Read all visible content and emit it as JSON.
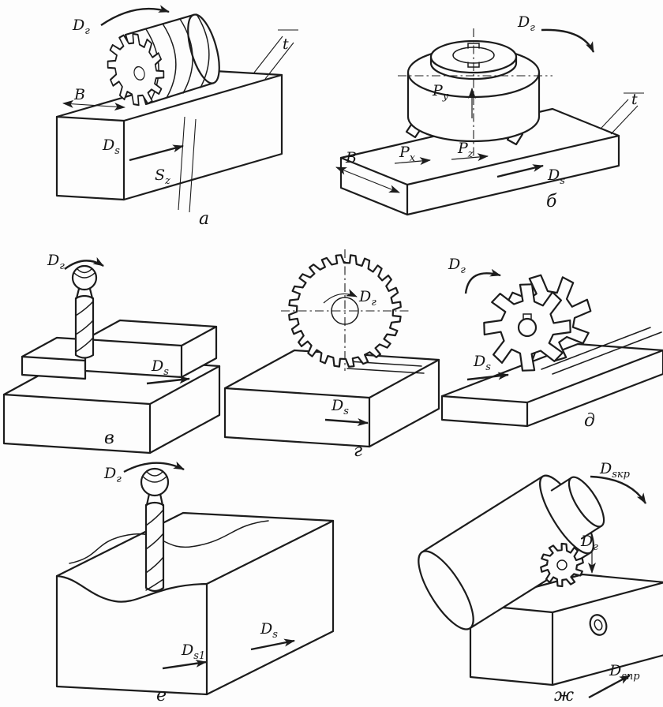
{
  "figure": {
    "background": "#fdfdfd",
    "ink": "#1c1c1c",
    "panels": {
      "a": {
        "caption": "а",
        "labels": {
          "Dg": {
            "base": "D",
            "sub": "г"
          },
          "B": "B",
          "Ds": {
            "base": "D",
            "sub": "s"
          },
          "Sz": {
            "base": "S",
            "sub": "z"
          },
          "t": "t"
        }
      },
      "b": {
        "caption": "б",
        "labels": {
          "Dg": {
            "base": "D",
            "sub": "г"
          },
          "Py": {
            "base": "P",
            "sub": "y"
          },
          "Px": {
            "base": "P",
            "sub": "x"
          },
          "Pz": {
            "base": "P",
            "sub": "z"
          },
          "B": "B",
          "Ds": {
            "base": "D",
            "sub": "s"
          },
          "t": "t"
        }
      },
      "v": {
        "caption": "в",
        "labels": {
          "Dg": {
            "base": "D",
            "sub": "г"
          },
          "Ds": {
            "base": "D",
            "sub": "s"
          }
        }
      },
      "g": {
        "caption": "г",
        "labels": {
          "Dg": {
            "base": "D",
            "sub": "г"
          },
          "Ds": {
            "base": "D",
            "sub": "s"
          }
        }
      },
      "d": {
        "caption": "д",
        "labels": {
          "Dg": {
            "base": "D",
            "sub": "г"
          },
          "Ds": {
            "base": "D",
            "sub": "s"
          }
        }
      },
      "e": {
        "caption": "е",
        "labels": {
          "Dg": {
            "base": "D",
            "sub": "г"
          },
          "Ds1": {
            "base": "D",
            "sub": "s1"
          },
          "Ds": {
            "base": "D",
            "sub": "s"
          }
        }
      },
      "zh": {
        "caption": "ж",
        "labels": {
          "Dg": {
            "base": "D",
            "sub": "г"
          },
          "Dskr": {
            "base": "D",
            "sub": "sкр"
          },
          "Dspr": {
            "base": "D",
            "sub": "sпр"
          }
        }
      }
    }
  }
}
